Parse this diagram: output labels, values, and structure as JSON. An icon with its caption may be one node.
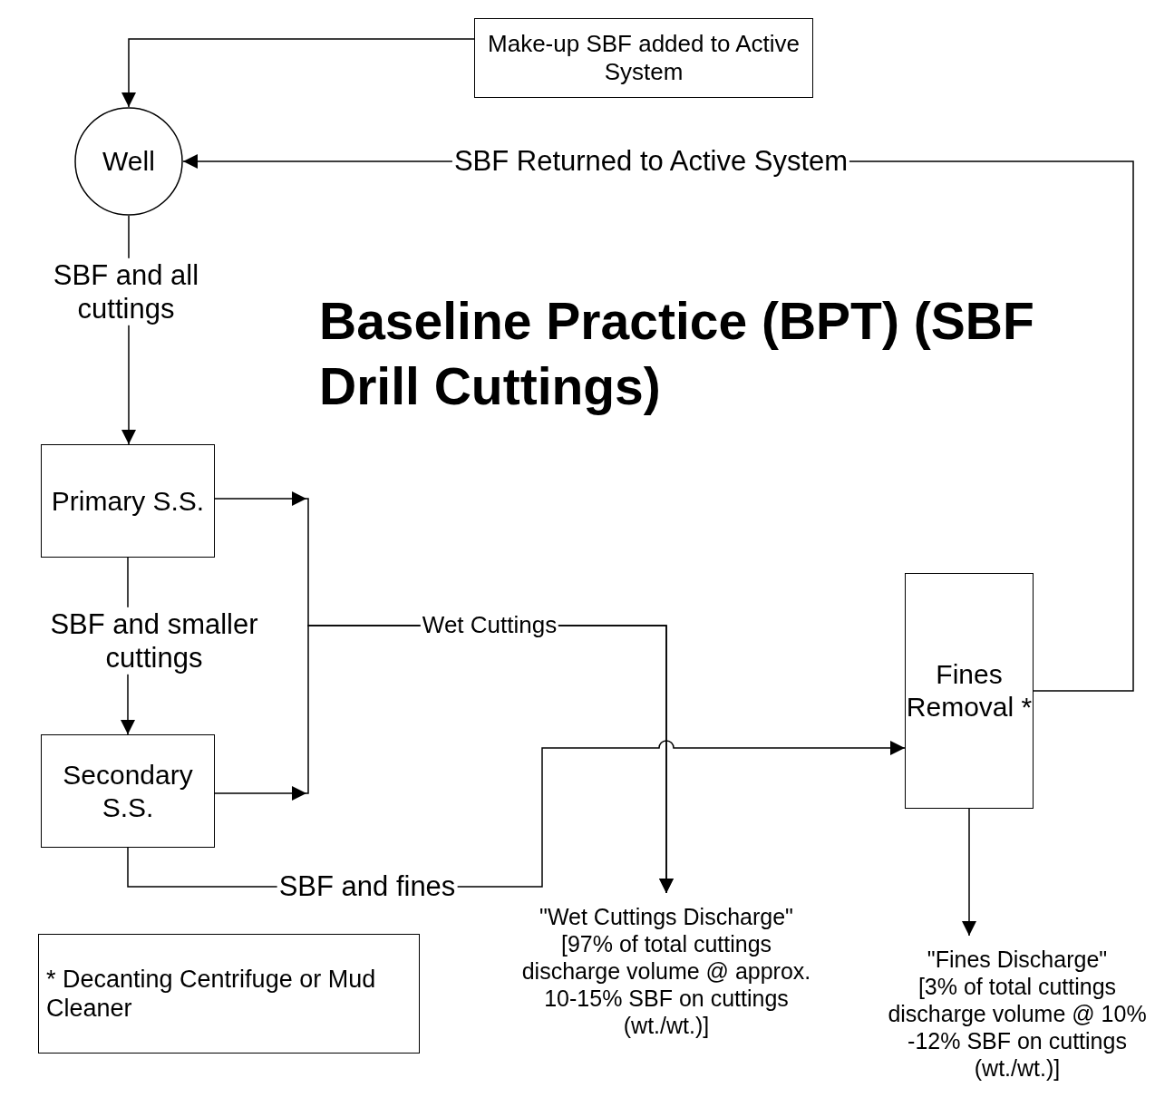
{
  "diagram": {
    "title": "Baseline Practice (BPT) (SBF Drill Cuttings)",
    "nodes": [
      {
        "text": [
          "Make-up SBF added to Active System"
        ]
      },
      {
        "text": [
          "Well"
        ]
      },
      {
        "text": [
          "Primary S.S."
        ]
      },
      {
        "text": [
          "Secondary S.S."
        ]
      },
      {
        "text": [
          "Fines Removal *"
        ]
      },
      {
        "text": [
          "\"Wet Cuttings Discharge\"",
          "[97% of total cuttings discharge volume @ approx. 10-15% SBF on cuttings (wt./wt.)]"
        ]
      },
      {
        "text": [
          "\"Fines Discharge\"",
          "[3% of total cuttings discharge volume @ 10% -12% SBF on cuttings (wt./wt.)]"
        ]
      },
      {
        "text": [
          "* Decanting Centrifuge or Mud Cleaner"
        ]
      }
    ],
    "edges": [
      {
        "from": 0,
        "to": 1,
        "arrow": "to"
      },
      {
        "from": 4,
        "to": 1,
        "arrow": "to",
        "label": "SBF Returned to Active System"
      },
      {
        "from": 1,
        "to": 2,
        "arrow": "to",
        "label": "SBF and all cuttings"
      },
      {
        "from": 2,
        "to": 3,
        "arrow": "to",
        "label": "SBF and smaller cuttings"
      },
      {
        "from": 2,
        "to": 5,
        "arrow": "to",
        "label": "Wet Cuttings"
      },
      {
        "from": 3,
        "to": 5,
        "arrow": "to"
      },
      {
        "from": 3,
        "to": 4,
        "arrow": "to",
        "label": "SBF and fines"
      },
      {
        "from": 4,
        "to": 6,
        "arrow": "to"
      }
    ]
  }
}
